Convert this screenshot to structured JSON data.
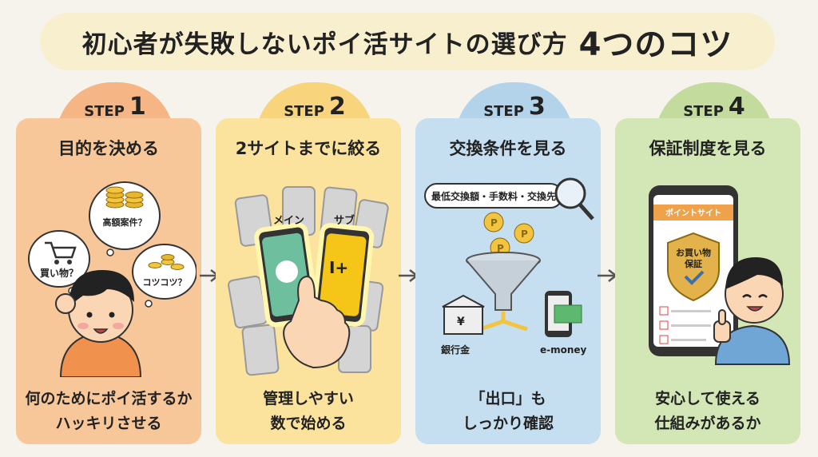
{
  "header": {
    "title": "初心者が失敗しないポイ活サイトの選び方",
    "highlight": "4つのコツ"
  },
  "steps": [
    {
      "label": "STEP",
      "number": "1",
      "title": "目的を決める",
      "bubbles": {
        "cart": "買い物？",
        "coins": "高額案件？",
        "small": "コツコツ？"
      },
      "caption": [
        "何のためにポイ活するか",
        "ハッキリさせる"
      ],
      "color": "#f7c79a",
      "tab": "#f5b584"
    },
    {
      "label": "STEP",
      "number": "2",
      "title": "2サイトまでに絞る",
      "tags": {
        "main": "メイン",
        "sub": "サブ"
      },
      "caption": [
        "管理しやすい",
        "数で始める"
      ],
      "color": "#fbe39e",
      "tab": "#f8d57d"
    },
    {
      "label": "STEP",
      "number": "3",
      "title": "交換条件を見る",
      "note": "最低交換額・手数料・交換先",
      "outputs": {
        "bank": "銀行金",
        "emoney": "e-money"
      },
      "caption": [
        "「出口」も",
        "しっかり確認"
      ],
      "color": "#c5def0",
      "tab": "#b2d3ea"
    },
    {
      "label": "STEP",
      "number": "4",
      "title": "保証制度を見る",
      "phone_header": "ポイントサイト",
      "shield_text": [
        "お買い物",
        "保証"
      ],
      "caption": [
        "安心して使える",
        "仕組みがあるか"
      ],
      "color": "#d3e6b6",
      "tab": "#c3dc9e"
    }
  ]
}
